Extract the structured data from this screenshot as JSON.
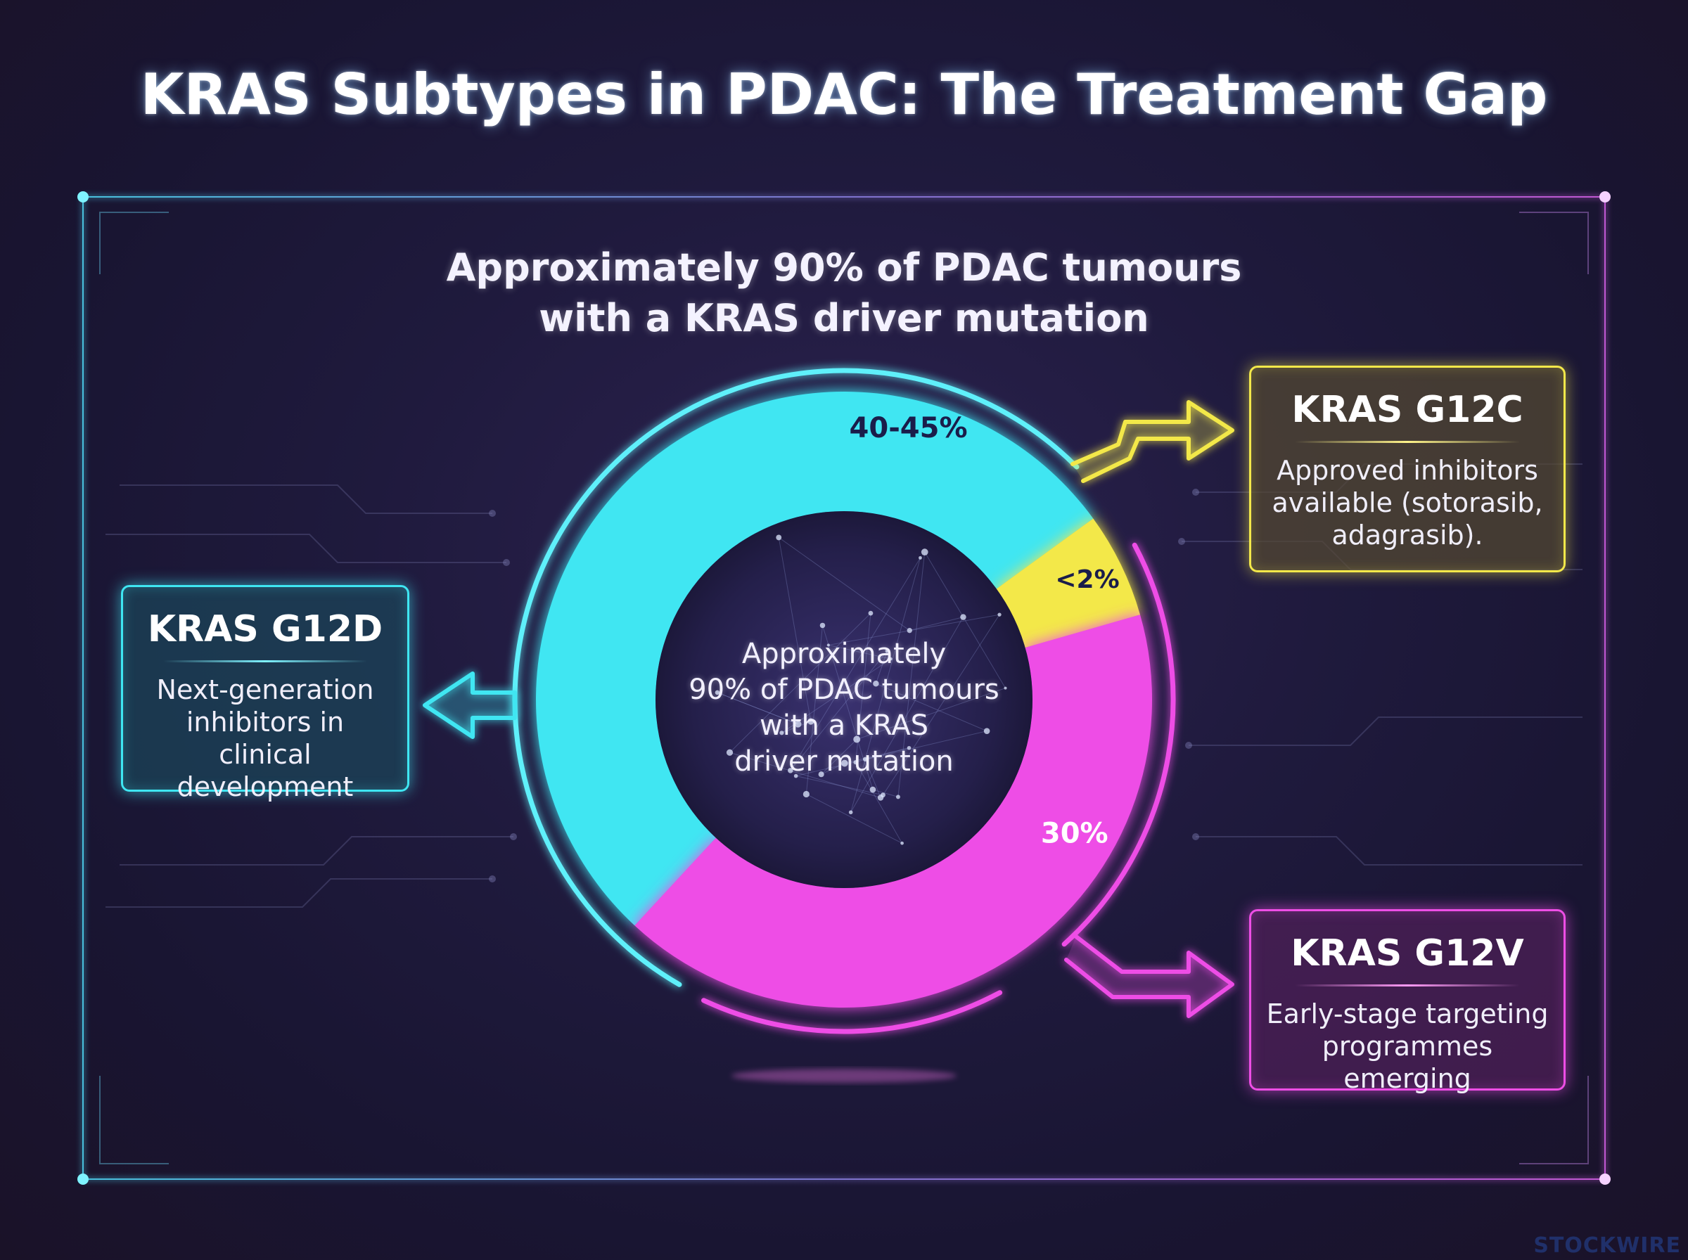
{
  "title": "KRAS Subtypes in PDAC: The Treatment Gap",
  "subtitle_line1": "Approximately 90% of PDAC tumours",
  "subtitle_line2": "with a KRAS driver mutation",
  "center_text": {
    "line1": "Approximately",
    "line2": "90% of PDAC tumours",
    "line3": "with a KRAS",
    "line4": "driver mutation"
  },
  "cards": {
    "g12d": {
      "title": "KRAS G12D",
      "desc_line1": "Next-generation",
      "desc_line2": "inhibitors in clinical",
      "desc_line3": "development",
      "color": "#3fe6f2"
    },
    "g12c": {
      "title": "KRAS G12C",
      "desc_line1": "Approved inhibitors",
      "desc_line2": "available (sotorasib,",
      "desc_line3": "adagrasib).",
      "color": "#f3e84a"
    },
    "g12v": {
      "title": "KRAS G12V",
      "desc_line1": "Early-stage targeting",
      "desc_line2": "programmes emerging",
      "color": "#ee4ee6"
    }
  },
  "chart_data": {
    "type": "pie",
    "variant": "donut",
    "slices": [
      {
        "subtype": "KRAS G12D",
        "label": "40-45%",
        "value": 42.5,
        "color": "#3fe6f2"
      },
      {
        "subtype": "KRAS G12C",
        "label": "<2%",
        "value": 2,
        "color": "#f3e84a"
      },
      {
        "subtype": "KRAS G12V",
        "label": "30%",
        "value": 30,
        "color": "#ee4ee6"
      }
    ]
  },
  "watermark": "STOCKWIRE"
}
